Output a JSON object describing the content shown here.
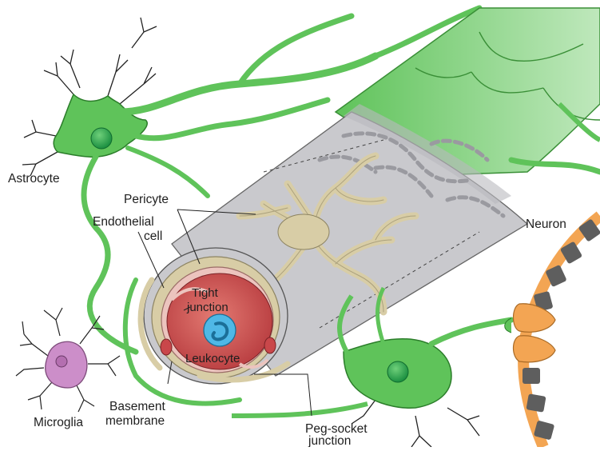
{
  "labels": {
    "astrocyte": "Astrocyte",
    "pericyte": "Pericyte",
    "endothelial_1": "Endothelial",
    "endothelial_2": "cell",
    "tight_1": "Tight",
    "tight_2": "junction",
    "leukocyte": "Leukocyte",
    "neuron": "Neuron",
    "microglia": "Microglia",
    "basement_1": "Basement",
    "basement_2": "membrane",
    "peg_1": "Peg-socket",
    "peg_2": "junction"
  },
  "colors": {
    "astrocyte_green": "#5fc35a",
    "astrocyte_light": "#8fd88a",
    "nucleus_green": "#1f9a46",
    "vessel_gray": "#c9c9cd",
    "vessel_dark": "#9c9ca2",
    "pericyte_tan": "#d8cda6",
    "lumen_red": "#c9474a",
    "endothelial_pink": "#ecc4be",
    "leukocyte_blue": "#4fb8e6",
    "microglia_purple": "#cc8ec9",
    "neuron_orange": "#f3a553",
    "myelin_gray": "#5e5e5e"
  }
}
